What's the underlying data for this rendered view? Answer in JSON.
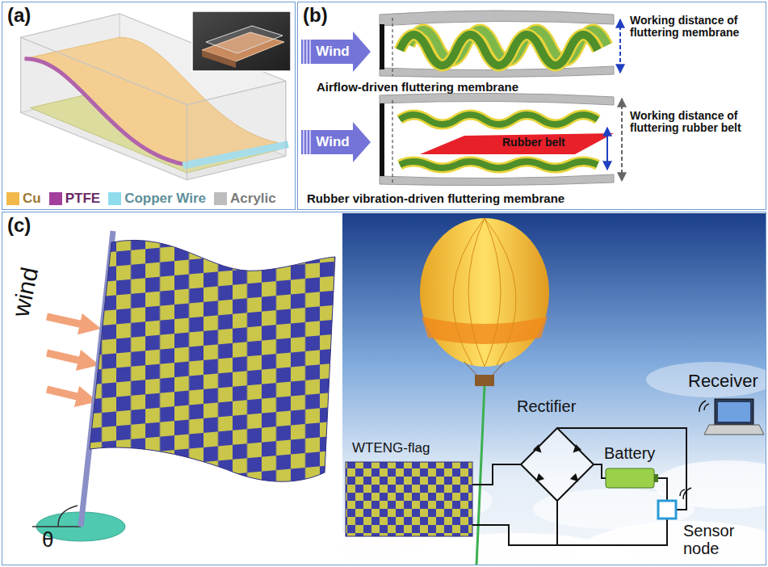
{
  "diagram": {
    "nodes": [
      {
        "text": [
          "(a)"
        ]
      },
      {
        "text": [
          "(b)"
        ]
      },
      {
        "text": [
          "Wind"
        ],
        "in": 1
      },
      {
        "text": [
          "Wind"
        ],
        "in": 1
      },
      {
        "text": [
          "(c)"
        ]
      }
    ],
    "labels": [
      "Working distance of fluttering membrane",
      "Airflow-driven fluttering membrane",
      "Working distance of fluttering rubber belt",
      "Rubber belt",
      "Rubber vibration-driven fluttering membrane",
      "wind",
      "θ",
      "WTENG-flag",
      "Rectifier",
      "Battery",
      "Sensor node",
      "Receiver"
    ],
    "legend": [
      {
        "text": "Cu",
        "color": "#f2b84a"
      },
      {
        "text": "PTFE",
        "color": "#a2409c"
      },
      {
        "text": "Copper Wire",
        "color": "#8fdcec"
      },
      {
        "text": "Acrylic",
        "color": "#bdbdbd"
      }
    ]
  }
}
